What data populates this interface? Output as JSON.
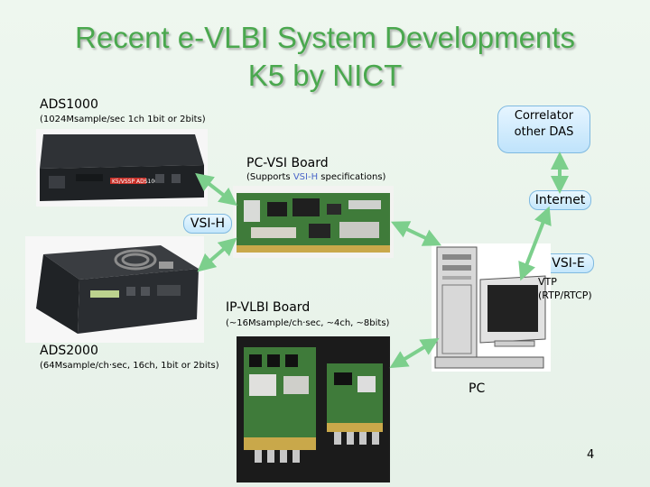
{
  "slide": {
    "title_line1": "Recent e-VLBI System Developments",
    "title_line2": "K5 by NICT",
    "page_number": "4"
  },
  "ads1000": {
    "name": "ADS1000",
    "spec": "(1024Msample/sec 1ch 1bit or 2bits)",
    "panel_text": "K5/VSSP ADS1000"
  },
  "ads2000": {
    "name": "ADS2000",
    "spec": "(64Msample/ch·sec, 16ch, 1bit or 2bits)"
  },
  "pc_vsi": {
    "name": "PC-VSI Board",
    "spec_prefix": "(Supports ",
    "spec_highlight": "VSI-H",
    "spec_suffix": " specifications)"
  },
  "ip_vlbi": {
    "name": "IP-VLBI Board",
    "spec": "(~16Msample/ch·sec, ~4ch, ~8bits)"
  },
  "correlator": {
    "line1": "Correlator",
    "line2": "other DAS"
  },
  "labels": {
    "internet": "Internet",
    "vsi_h": "VSI-H",
    "vsi_e": "VSI-E",
    "vtp": "VTP",
    "rtp": "(RTP/RTCP)",
    "pc": "PC"
  },
  "colors": {
    "title": "#4aa84e",
    "arrow": "#7ccf8c",
    "bubble": "#c3e6fb",
    "vsi_highlight": "#4a66c8"
  }
}
